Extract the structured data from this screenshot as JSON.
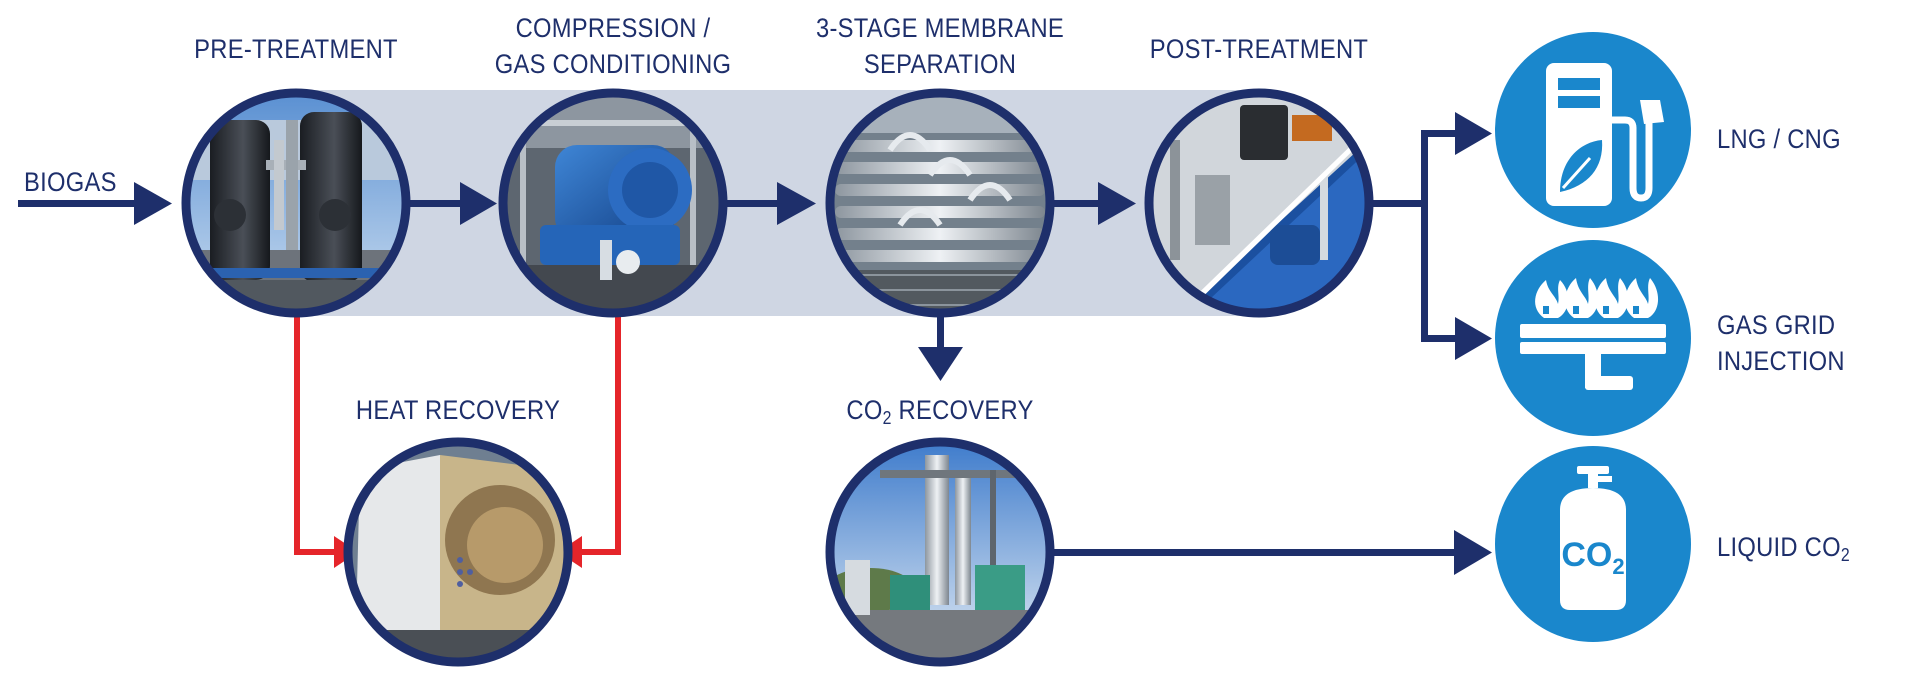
{
  "input_label": "BIOGAS",
  "stages": [
    {
      "label_lines": [
        "PRE-TREATMENT"
      ],
      "photo": "pre-treatment tower vessels"
    },
    {
      "label_lines": [
        "COMPRESSION /",
        "GAS CONDITIONING"
      ],
      "photo": "blue gas compressor"
    },
    {
      "label_lines": [
        "3-STAGE MEMBRANE",
        "SEPARATION"
      ],
      "photo": "membrane tube banks"
    },
    {
      "label_lines": [
        "POST-TREATMENT"
      ],
      "photo": "post-treatment equipment"
    }
  ],
  "heat_recovery": {
    "label": "HEAT RECOVERY"
  },
  "co2_recovery": {
    "label_prefix": "CO",
    "label_sub": "2",
    "label_suffix": " RECOVERY"
  },
  "outputs": [
    {
      "label_lines": [
        "LNG / CNG"
      ],
      "icon": "fuel-pump-leaf-icon"
    },
    {
      "label_lines": [
        "GAS GRID",
        "INJECTION"
      ],
      "icon": "gas-flame-grid-icon"
    },
    {
      "label_prefix": "LIQUID CO",
      "label_sub": "2",
      "icon": "co2-cylinder-icon",
      "icon_text": "CO",
      "icon_sub": "2"
    }
  ],
  "colors": {
    "navy": "#1e2f6b",
    "icon_blue": "#1a87cc",
    "heat_red": "#e5252a",
    "band": "#cfd6e3"
  }
}
